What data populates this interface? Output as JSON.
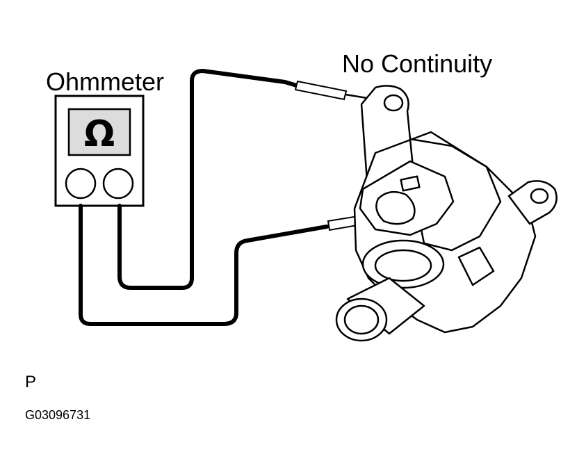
{
  "labels": {
    "meter_label": "Ohmmeter",
    "result_label": "No Continuity",
    "view_letter": "P",
    "figure_code": "G03096731"
  },
  "meter": {
    "symbol": "Ω"
  }
}
